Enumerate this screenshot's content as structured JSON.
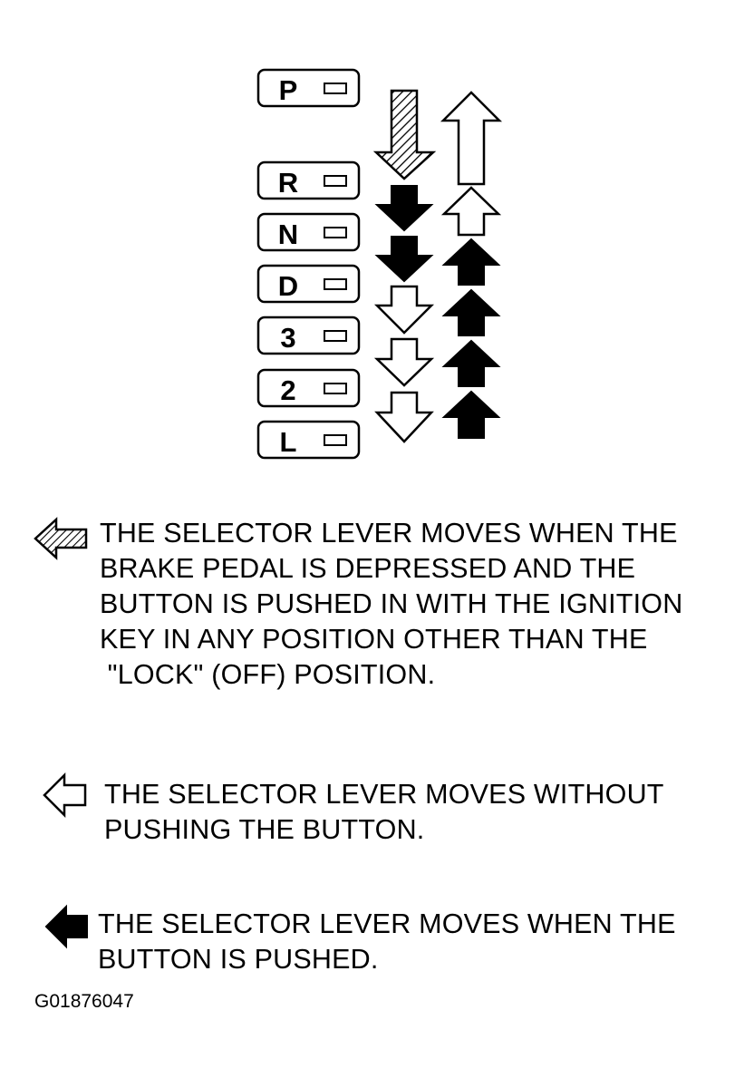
{
  "gear_positions": [
    "P",
    "R",
    "N",
    "D",
    "3",
    "2",
    "L"
  ],
  "legend": [
    {
      "icon": "hatched-arrow-icon",
      "lines": [
        "THE SELECTOR LEVER MOVES WHEN THE",
        "BRAKE PEDAL IS DEPRESSED AND THE",
        "BUTTON IS PUSHED IN WITH THE IGNITION",
        "KEY IN ANY POSITION OTHER THAN THE",
        " \"LOCK\" (OFF) POSITION."
      ]
    },
    {
      "icon": "outline-arrow-icon",
      "lines": [
        "THE SELECTOR LEVER MOVES WITHOUT",
        "PUSHING THE BUTTON."
      ]
    },
    {
      "icon": "solid-arrow-icon",
      "lines": [
        "THE SELECTOR LEVER MOVES WHEN THE",
        "BUTTON IS PUSHED."
      ]
    }
  ],
  "figure_code": "G01876047"
}
